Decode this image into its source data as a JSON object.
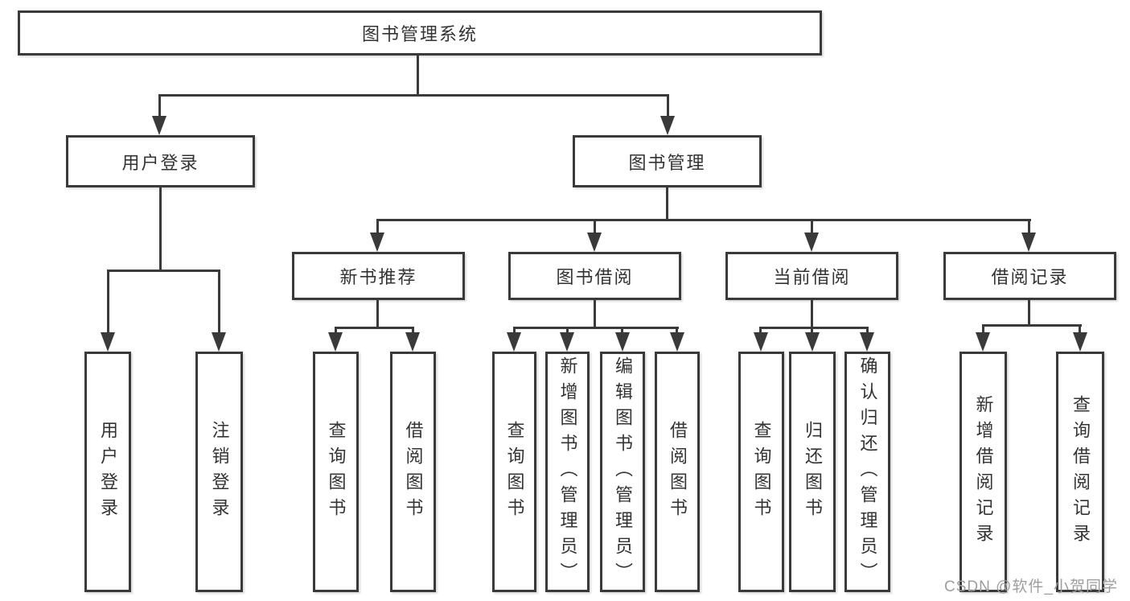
{
  "colors": {
    "line": "#3a3a3a",
    "text": "#333333",
    "background": "#ffffff",
    "watermark": "#9e9e9e"
  },
  "tree": {
    "label": "图书管理系统",
    "children": [
      {
        "label": "用户登录",
        "children": [
          {
            "label": "用户登录"
          },
          {
            "label": "注销登录"
          }
        ]
      },
      {
        "label": "图书管理",
        "children": [
          {
            "label": "新书推荐",
            "children": [
              {
                "label": "查询图书"
              },
              {
                "label": "借阅图书"
              }
            ]
          },
          {
            "label": "图书借阅",
            "children": [
              {
                "label": "查询图书"
              },
              {
                "label": "新增图书（管理员）"
              },
              {
                "label": "编辑图书（管理员）"
              },
              {
                "label": "借阅图书"
              }
            ]
          },
          {
            "label": "当前借阅",
            "children": [
              {
                "label": "查询图书"
              },
              {
                "label": "归还图书"
              },
              {
                "label": "确认归还（管理员）"
              }
            ]
          },
          {
            "label": "借阅记录",
            "children": [
              {
                "label": "新增借阅记录"
              },
              {
                "label": "查询借阅记录"
              }
            ]
          }
        ]
      }
    ]
  },
  "watermark": {
    "text": "CSDN @软件_小贺同学"
  }
}
